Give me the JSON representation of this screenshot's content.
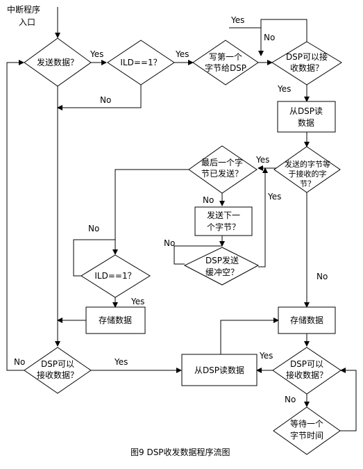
{
  "entry": {
    "line1": "中断程序",
    "line2": "入口"
  },
  "nodes": {
    "send_data": "发送数据？",
    "ild_check_top": "ILD==1？",
    "write_first": {
      "line1": "写第一个",
      "line2": "字节给DSP"
    },
    "dsp_can_receive_top": {
      "line1": "DSP可以接",
      "line2": "收数据？"
    },
    "read_from_dsp_box": {
      "line1": "从DSP读",
      "line2": "数据"
    },
    "sent_equals_received": {
      "line1": "发送的字节等",
      "line2": "于接收的字",
      "line3": "节？"
    },
    "last_byte_sent": {
      "line1": "最后一个字",
      "line2": "节已发送？"
    },
    "send_next_byte": {
      "line1": "发送下一",
      "line2": "个字节？"
    },
    "dsp_send_buffer_empty": {
      "line1": "DSP发送",
      "line2": "缓冲空？"
    },
    "ild_check_mid": "ILD==1？",
    "store_data_left": "存储数据",
    "store_data_right": "存储数据",
    "dsp_can_receive_left": {
      "line1": "DSP可以",
      "line2": "接收数据？"
    },
    "read_dsp_data": "从DSP读数据",
    "dsp_can_receive_right": {
      "line1": "DSP可以",
      "line2": "接收数据？"
    },
    "wait_one_byte": {
      "line1": "等待一个",
      "line2": "字节时间"
    }
  },
  "labels": {
    "yes": "Yes",
    "no": "No"
  },
  "caption": "图9 DSP收发数据程序流图"
}
